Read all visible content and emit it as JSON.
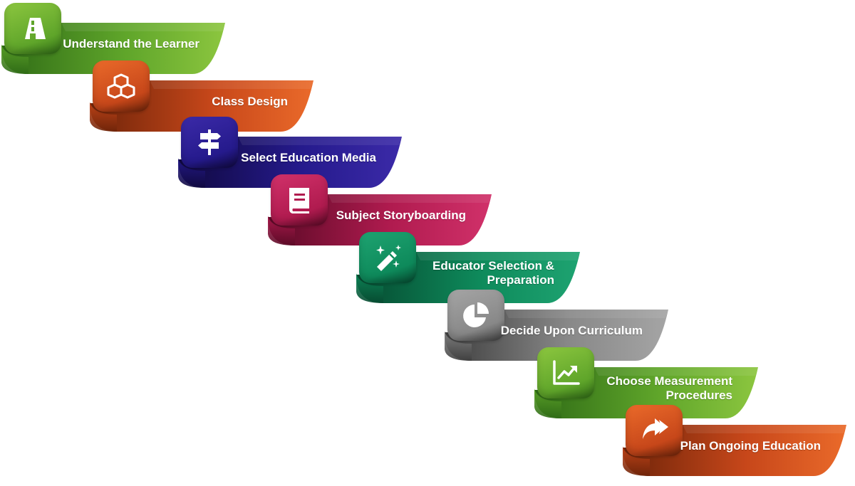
{
  "steps": [
    {
      "label": "Understand the Learner",
      "icon": "road-icon",
      "colors": {
        "light": "#8cc63f",
        "main": "#5fa52a",
        "dark": "#2f6b16"
      }
    },
    {
      "label": "Class Design",
      "icon": "cubes-icon",
      "colors": {
        "light": "#ea6a2a",
        "main": "#c7471a",
        "dark": "#6e2409"
      }
    },
    {
      "label": "Select Education Media",
      "icon": "signpost-icon",
      "colors": {
        "light": "#3b2aa8",
        "main": "#251a8c",
        "dark": "#10093f"
      }
    },
    {
      "label": "Subject Storyboarding",
      "icon": "book-icon",
      "colors": {
        "light": "#d1316a",
        "main": "#b01b4f",
        "dark": "#5b0a26"
      }
    },
    {
      "label": "Educator Selection & Preparation",
      "icon": "magic-wand-icon",
      "colors": {
        "light": "#1ea371",
        "main": "#0e8a5b",
        "dark": "#064a30"
      }
    },
    {
      "label": "Decide Upon Curriculum",
      "icon": "pie-chart-icon",
      "colors": {
        "light": "#a5a5a5",
        "main": "#888888",
        "dark": "#3f3f3f"
      }
    },
    {
      "label": "Choose Measurement Procedures",
      "icon": "line-chart-icon",
      "colors": {
        "light": "#8cc63f",
        "main": "#5fa52a",
        "dark": "#2f6b16"
      }
    },
    {
      "label": "Plan Ongoing Education",
      "icon": "share-arrow-icon",
      "colors": {
        "light": "#ea6a2a",
        "main": "#c7471a",
        "dark": "#6e2409"
      }
    }
  ]
}
